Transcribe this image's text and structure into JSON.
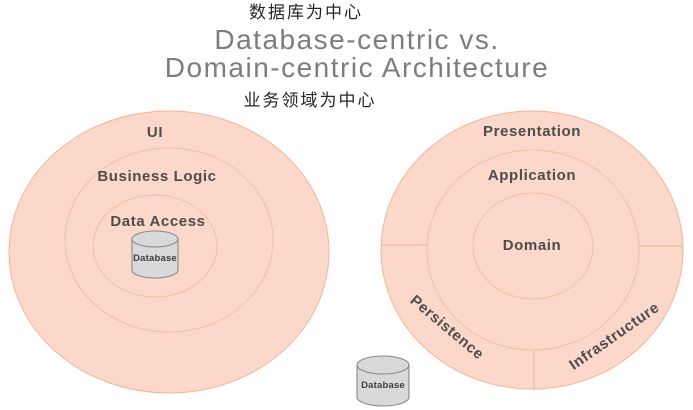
{
  "title": {
    "annotation_top": "数据库为中心",
    "line1": "Database-centric vs.",
    "line2": "Domain-centric Architecture",
    "annotation_bottom": "业务领域为中心"
  },
  "left_diagram": {
    "layers": [
      "UI",
      "Business Logic",
      "Data Access"
    ],
    "database_label": "Database"
  },
  "right_diagram": {
    "layers": [
      "Presentation",
      "Application",
      "Domain"
    ],
    "outer_sections": [
      "Persistence",
      "Infrastructure"
    ],
    "database_label": "Database"
  },
  "colors": {
    "circle_fill": "#fbd8c9",
    "ring_stroke": "#f2b59b",
    "label_color": "#4d4d4d",
    "title_color": "#7d7d7d",
    "cjk_color": "#262626",
    "cylinder_fill": "#d9d9d9",
    "cylinder_stroke": "#8a8a8a",
    "cylinder_label_color": "#3d3d3d"
  }
}
